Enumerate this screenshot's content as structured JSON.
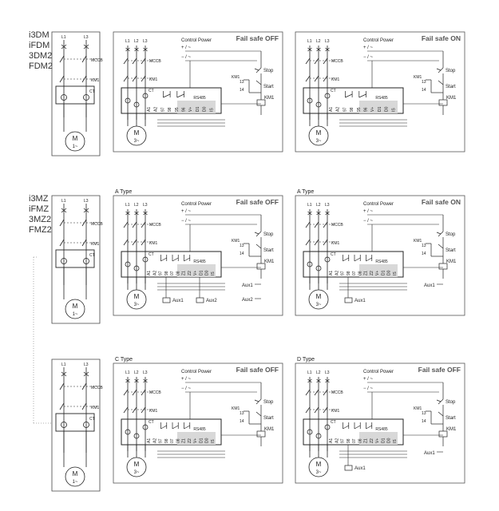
{
  "models": {
    "group1": [
      "i3DM",
      "iFDM",
      "3DM2",
      "FDM2"
    ],
    "group2": [
      "i3MZ",
      "iFMZ",
      "3MZ2",
      "FMZ2"
    ]
  },
  "labels": {
    "l1": "L1",
    "l2": "L2",
    "l3": "L3",
    "mccb": "MCCB",
    "km1": "KM1",
    "ct": "CT",
    "motor_1": "M",
    "motor_1_phase": "1~",
    "motor_3": "M",
    "motor_3_phase": "3~",
    "control_power": "Control Power",
    "plus_ac": "+ / ~",
    "minus_ac": "− / ~",
    "stop": "Stop",
    "start": "Start",
    "rs485": "RS485",
    "aux1": "Aux1",
    "aux2": "Aux2"
  },
  "contact_numbers": {
    "n13": "13",
    "n14": "14"
  },
  "terminals": [
    "A1",
    "A2",
    "97",
    "98",
    "95",
    "96",
    "V+",
    "D1",
    "D0",
    "IS"
  ],
  "terminals_mz": [
    "A1",
    "A2",
    "97",
    "98",
    "07",
    "08",
    "Z1",
    "Z2",
    "V+",
    "D1",
    "D0",
    "IS"
  ],
  "panels": [
    {
      "id": "p1",
      "type_label": "",
      "fail_safe": "Fail safe OFF"
    },
    {
      "id": "p2",
      "type_label": "",
      "fail_safe": "Fail safe ON"
    },
    {
      "id": "p3",
      "type_label": "A Type",
      "fail_safe": "Fail safe OFF"
    },
    {
      "id": "p4",
      "type_label": "A Type",
      "fail_safe": "Fail safe ON"
    },
    {
      "id": "p5",
      "type_label": "C Type",
      "fail_safe": "Fail safe OFF"
    },
    {
      "id": "p6",
      "type_label": "D Type",
      "fail_safe": "Fail safe OFF"
    }
  ]
}
